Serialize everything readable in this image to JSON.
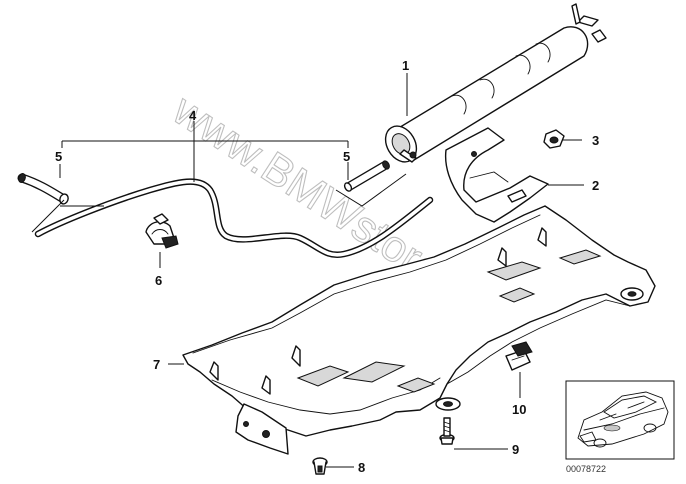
{
  "watermark": "www.BMWstore.pl",
  "reference_code": "00078722",
  "callouts": [
    {
      "id": "1",
      "label": "1"
    },
    {
      "id": "2",
      "label": "2"
    },
    {
      "id": "3",
      "label": "3"
    },
    {
      "id": "4",
      "label": "4"
    },
    {
      "id": "5a",
      "label": "5"
    },
    {
      "id": "5b",
      "label": "5"
    },
    {
      "id": "6",
      "label": "6"
    },
    {
      "id": "7",
      "label": "7"
    },
    {
      "id": "8",
      "label": "8"
    },
    {
      "id": "9",
      "label": "9"
    },
    {
      "id": "10",
      "label": "10"
    }
  ]
}
